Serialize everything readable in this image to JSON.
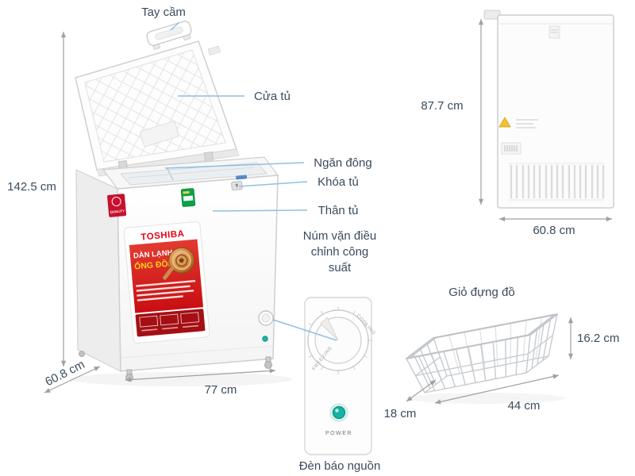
{
  "callouts": {
    "handle": "Tay cầm",
    "door": "Cửa tủ",
    "freezer_compartment": "Ngăn đông",
    "lock": "Khóa tủ",
    "cabinet_body": "Thân tủ",
    "power_knob": "Núm vặn điều chỉnh công suất",
    "power_indicator": "Đèn báo nguồn",
    "basket": "Giỏ đựng đồ"
  },
  "dimensions": {
    "front_height": "142.5 cm",
    "front_depth": "60.8 cm",
    "front_width": "77 cm",
    "back_height": "87.7 cm",
    "back_width": "60.8 cm",
    "basket_height": "16.2 cm",
    "basket_length": "44 cm",
    "basket_depth": "18 cm"
  },
  "freezer": {
    "brand": "TOSHIBA",
    "sticker_line1": "DÀN LẠNH",
    "sticker_line2": "ỐNG ĐỒNG",
    "quality_badge": "QUALITY"
  },
  "control_panel": {
    "cooling": "COOLING",
    "freezing": "FREEZING",
    "power": "POWER"
  },
  "colors": {
    "label_text": "#3a4b5c",
    "callout_line": "#8fc0e2",
    "dimension_line": "#a0a0a0",
    "brand_red": "#e60012",
    "power_light": "#16b3a4"
  }
}
